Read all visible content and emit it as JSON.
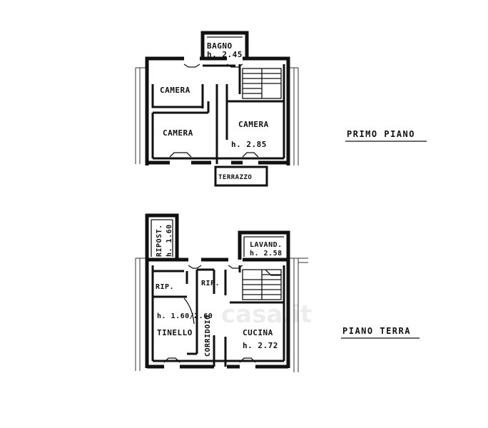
{
  "floors": {
    "first": {
      "title": "PRIMO PIANO",
      "rooms": {
        "bagno": "BAGNO",
        "bagno_height": "h. 2.45",
        "camera_small": "CAMERA",
        "camera_left": "CAMERA",
        "camera_right": "CAMERA",
        "camera_right_height": "h. 2.85",
        "terrazzo": "TERRAZZO"
      }
    },
    "ground": {
      "title": "PIANO TERRA",
      "rooms": {
        "ripost": "RIPOST.",
        "ripost_height": "h. 1.60",
        "lavand": "LAVAND.",
        "lavand_height": "h. 2.58",
        "rip_left": "RIP.",
        "rip_mid": "RIP.",
        "tinello_height": "h. 1.60/2.60",
        "tinello": "TINELLO",
        "corridoio": "CORRIDOIO",
        "cucina": "CUCINA",
        "cucina_height": "h. 2.72"
      }
    }
  },
  "watermark": "casa.it"
}
